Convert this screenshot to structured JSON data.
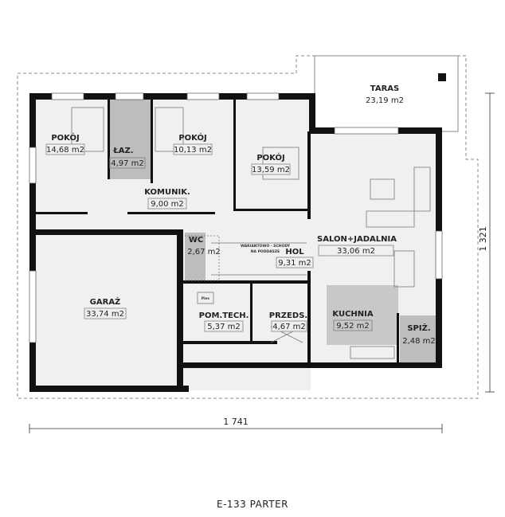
{
  "title": "E-133 PARTER",
  "dimensions": {
    "width": "1 741",
    "depth": "1 321"
  },
  "stairs_note": [
    "WARIANTOWO - SCHODY",
    "NA PODDASZE"
  ],
  "boiler_label": "Piec",
  "colors": {
    "wall": "#111111",
    "floor": "#f0f0f0",
    "wet_room": "#bdbdbd",
    "kitchen": "#c8c8c8"
  },
  "rooms": [
    {
      "name": "POKÓJ",
      "area": "14,68 m2"
    },
    {
      "name": "ŁAZ.",
      "area": "4,97 m2"
    },
    {
      "name": "POKÓJ",
      "area": "10,13 m2"
    },
    {
      "name": "POKÓJ",
      "area": "13,59 m2"
    },
    {
      "name": "KOMUNIK.",
      "area": "9,00 m2"
    },
    {
      "name": "TARAS",
      "area": "23,19 m2"
    },
    {
      "name": "SALON+JADALNIA",
      "area": "33,06 m2"
    },
    {
      "name": "WC",
      "area": "2,67 m2"
    },
    {
      "name": "HOL",
      "area": "9,31 m2"
    },
    {
      "name": "GARAŻ",
      "area": "33,74 m2"
    },
    {
      "name": "POM.TECH.",
      "area": "5,37 m2"
    },
    {
      "name": "PRZEDS.",
      "area": "4,67 m2"
    },
    {
      "name": "KUCHNIA",
      "area": "9,52 m2"
    },
    {
      "name": "SPIŻ.",
      "area": "2,48 m2"
    }
  ]
}
